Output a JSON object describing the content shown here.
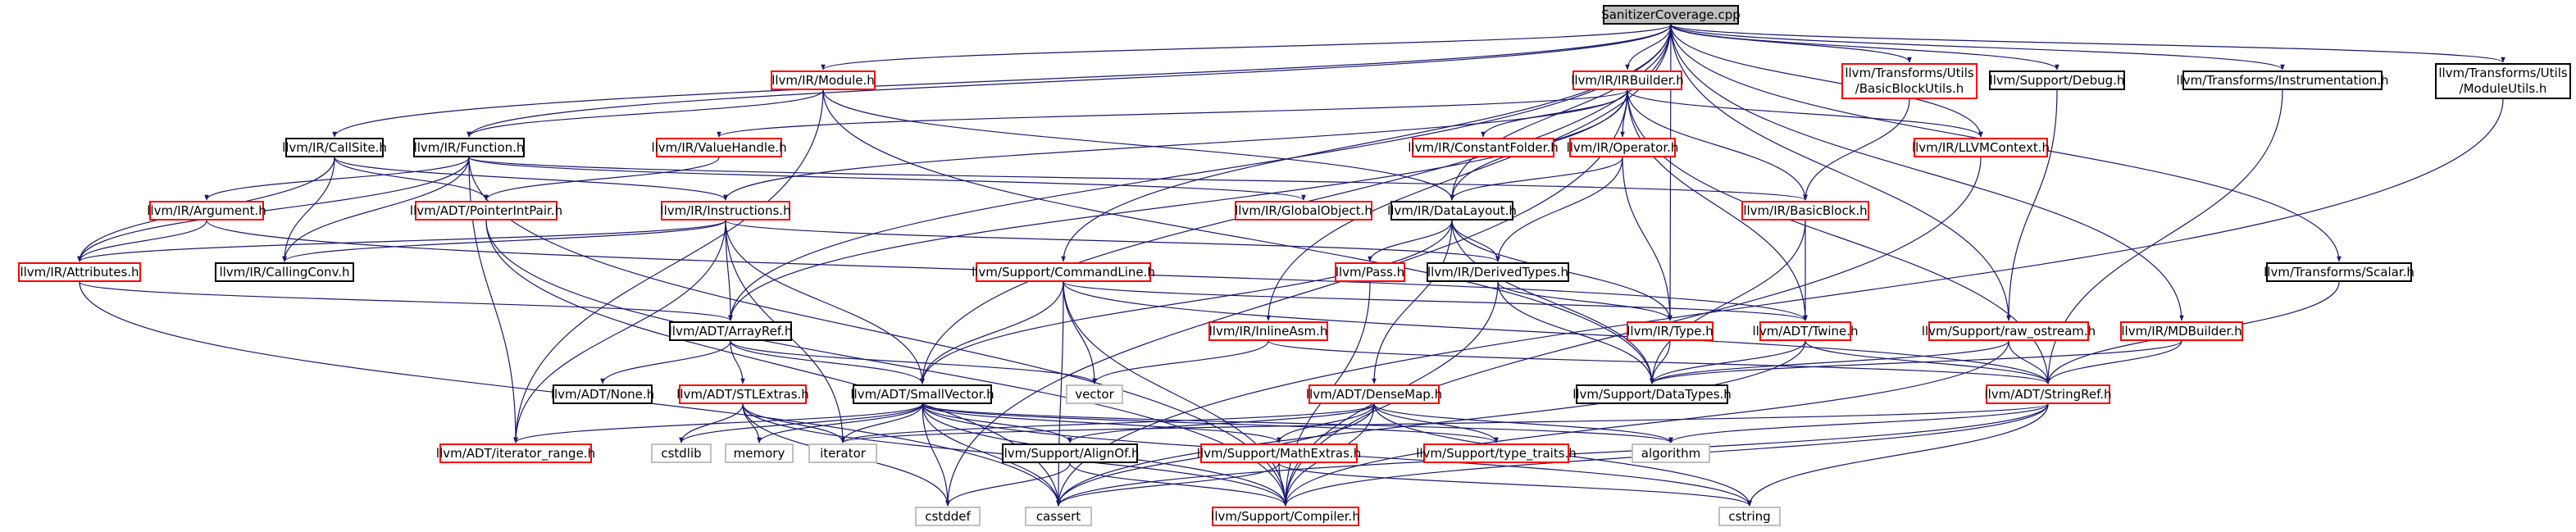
{
  "root": "SanitizerCoverage.cpp",
  "colors": {
    "edge": "#191970",
    "doc_border": "#000000",
    "truncated_border": "#ff0000",
    "external_border": "#bfbfbf",
    "root_fill": "#bfbfbf"
  },
  "nodes": {
    "root": [
      "SanitizerCoverage.cpp"
    ],
    "module": [
      "llvm/IR/Module.h"
    ],
    "irbuilder": [
      "llvm/IR/IRBuilder.h"
    ],
    "bbutils": [
      "llvm/Transforms/Utils",
      "/BasicBlockUtils.h"
    ],
    "debug": [
      "llvm/Support/Debug.h"
    ],
    "instrumentation": [
      "llvm/Transforms/Instrumentation.h"
    ],
    "moduleutils": [
      "llvm/Transforms/Utils",
      "/ModuleUtils.h"
    ],
    "callsite": [
      "llvm/IR/CallSite.h"
    ],
    "function": [
      "llvm/IR/Function.h"
    ],
    "valuehandle": [
      "llvm/IR/ValueHandle.h"
    ],
    "constantfolder": [
      "llvm/IR/ConstantFolder.h"
    ],
    "operator": [
      "llvm/IR/Operator.h"
    ],
    "llvmcontext": [
      "llvm/IR/LLVMContext.h"
    ],
    "argument": [
      "llvm/IR/Argument.h"
    ],
    "pointerintpair": [
      "llvm/ADT/PointerIntPair.h"
    ],
    "instructions": [
      "llvm/IR/Instructions.h"
    ],
    "globalobject": [
      "llvm/IR/GlobalObject.h"
    ],
    "datalayout": [
      "llvm/IR/DataLayout.h"
    ],
    "basicblock": [
      "llvm/IR/BasicBlock.h"
    ],
    "attributes": [
      "llvm/IR/Attributes.h"
    ],
    "callingconv": [
      "llvm/IR/CallingConv.h"
    ],
    "commandline": [
      "llvm/Support/CommandLine.h"
    ],
    "pass": [
      "llvm/Pass.h"
    ],
    "derivedtypes": [
      "llvm/IR/DerivedTypes.h"
    ],
    "scalar": [
      "llvm/Transforms/Scalar.h"
    ],
    "arrayref": [
      "llvm/ADT/ArrayRef.h"
    ],
    "inlineasm": [
      "llvm/IR/InlineAsm.h"
    ],
    "type": [
      "llvm/IR/Type.h"
    ],
    "twine": [
      "llvm/ADT/Twine.h"
    ],
    "raw_ostream": [
      "llvm/Support/raw_ostream.h"
    ],
    "mdbuilder": [
      "llvm/IR/MDBuilder.h"
    ],
    "none": [
      "llvm/ADT/None.h"
    ],
    "stlextras": [
      "llvm/ADT/STLExtras.h"
    ],
    "smallvector": [
      "llvm/ADT/SmallVector.h"
    ],
    "vector": [
      "vector"
    ],
    "densemap": [
      "llvm/ADT/DenseMap.h"
    ],
    "datatypes": [
      "llvm/Support/DataTypes.h"
    ],
    "stringref": [
      "llvm/ADT/StringRef.h"
    ],
    "iterator_range": [
      "llvm/ADT/iterator_range.h"
    ],
    "cstdlib": [
      "cstdlib"
    ],
    "memory": [
      "memory"
    ],
    "iterator": [
      "iterator"
    ],
    "alignof": [
      "llvm/Support/AlignOf.h"
    ],
    "mathextras": [
      "llvm/Support/MathExtras.h"
    ],
    "type_traits": [
      "llvm/Support/type_traits.h"
    ],
    "algorithm": [
      "algorithm"
    ],
    "cstddef": [
      "cstddef"
    ],
    "cassert": [
      "cassert"
    ],
    "compiler": [
      "llvm/Support/Compiler.h"
    ],
    "cstring": [
      "cstring"
    ]
  }
}
